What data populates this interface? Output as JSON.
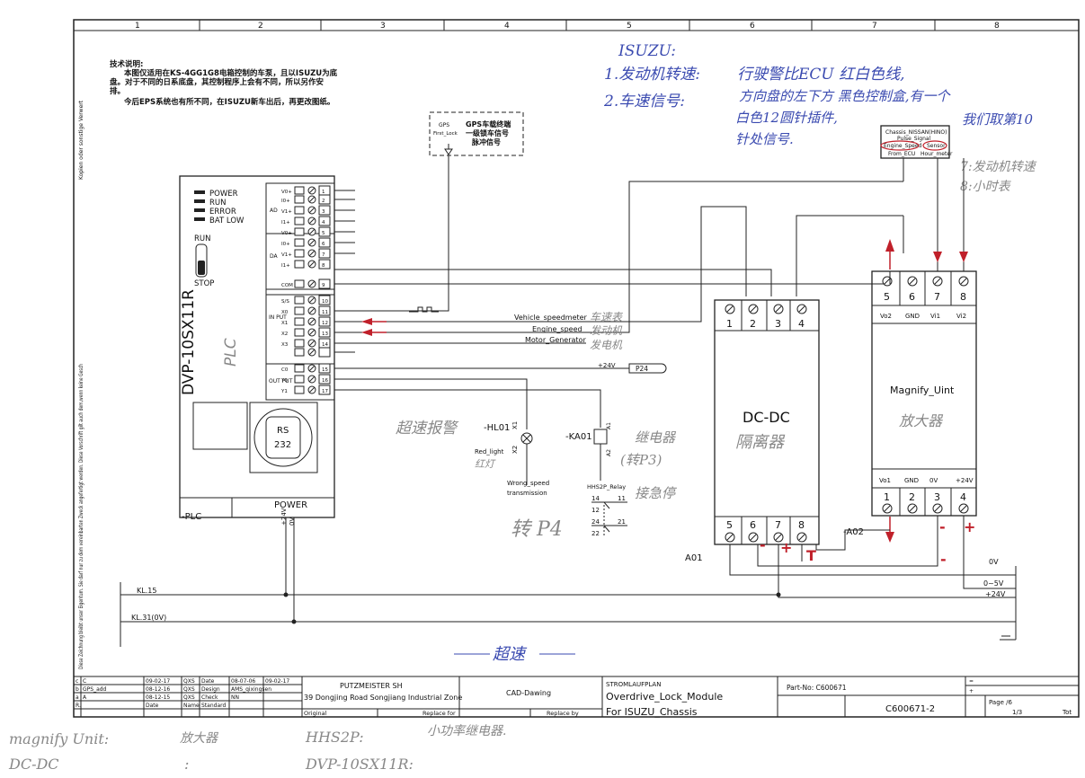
{
  "grid": {
    "cols": [
      "1",
      "2",
      "3",
      "4",
      "5",
      "6",
      "7",
      "8"
    ]
  },
  "notes": {
    "title": "技术说明:",
    "line1": "本图仅适用在KS-4GG1G8电箱控制的车泵，且以ISUZU为底",
    "line2": "盘。对于不同的日系底盘，其控制程序上会有不同，所以另作安",
    "line3": "排。",
    "line4": "今后EPS系统也有所不同，在ISUZU新车出后，再更改图纸。"
  },
  "side_note_top": "Kopien oder sonstige Verwert",
  "side_note_bottom": "Diese Zeichnung bleibt unser Eigentum. Sie darf nur zu dem vereinbarten Zweck angefertigt werden. Diese Vorschrift gilt auch dem,wenn keine Gesch",
  "handwritten": {
    "isuzu": "ISUZU:",
    "item1": "1.发动机转速:",
    "item1_desc": "行驶警比ECU 红白色线,",
    "item2": "2.车速信号:",
    "item2_desc": "方向盘的左下方 黑色控制盒,有一个",
    "item2_desc2": "白色12圆针插件,",
    "item2_desc3": "我们取第10",
    "item2_desc4": "针处信号.",
    "note7": "7:发动机转速",
    "note8": "8:小时表",
    "speedmeter_cn": "车速表",
    "engine_cn": "发动机",
    "generator_cn": "发电机",
    "plc_cn": "PLC",
    "alarm_cn": "超速报警",
    "lamp_cn": "红灯",
    "relay_cn": "继电器",
    "relay_p3": "(转P3)",
    "relay_emerg": "接急停",
    "to_p4": "转 P4",
    "dcdc_cn": "隔离器",
    "magnify_cn": "放大器",
    "overspeed": "超速",
    "bottom1a": "magnify Unit:",
    "bottom1b": "放大器",
    "bottom1c": "HHS2P:",
    "bottom1d": "小功率继电器.",
    "bottom2a": "DC-DC",
    "bottom2b": ":",
    "bottom2c": "DVP-10SX11R:"
  },
  "gps": {
    "label_a": "GPS",
    "label_b": "First_Lock",
    "title1": "GPS车载终端",
    "title2": "一级锁车信号",
    "title3": "脉冲信号"
  },
  "chassis": {
    "line1": "Chassis_NISSAN(HINO)",
    "line2": "Pulse_Signal",
    "engine": "Engine_Speed",
    "sensor": "Sensor",
    "from": "From_ECU",
    "hour": "Hour_meter"
  },
  "plc": {
    "leds": [
      "POWER",
      "RUN",
      "ERROR",
      "BAT LOW"
    ],
    "run": "RUN",
    "stop": "STOP",
    "model": "DVP-10SX11R",
    "rs": "RS",
    "rs_num": "232",
    "power": "POWER",
    "label": "-PLC",
    "v24p": "+24V",
    "v0": "0V",
    "ad": "AD",
    "da": "DA",
    "input": "IN PUT",
    "output": "OUT PUT",
    "pins_ad": [
      "V0+",
      "I0+",
      "V1+",
      "I1+"
    ],
    "pins_da": [
      "V0+",
      "I0+",
      "V1+",
      "I1+",
      "COM"
    ],
    "pins_io": [
      "S/S",
      "X0",
      "X1",
      "X2",
      "X3",
      "",
      "C0",
      "Y0",
      "Y1"
    ],
    "terms": [
      "1",
      "2",
      "3",
      "4",
      "5",
      "6",
      "7",
      "8",
      "9",
      "10",
      "11",
      "12",
      "13",
      "14",
      "",
      "15",
      "16",
      "17"
    ]
  },
  "signals": {
    "vehicle": "Vehicle_speedmeter",
    "engine": "Engine_speed",
    "motor": "Motor_Generator",
    "p24v": "+24V",
    "p24": "P24"
  },
  "hl01": {
    "tag": "-HL01",
    "x1": "X1",
    "x2": "X2",
    "red": "Red_light",
    "wrong": "Wrong_speed",
    "trans": "transmission"
  },
  "ka01": {
    "tag": "-KA01",
    "a1": "A1",
    "a2": "A2",
    "relay": "HHS2P_Relay",
    "pins": [
      "14",
      "11",
      "12",
      "24",
      "21",
      "22"
    ]
  },
  "dcdc": {
    "top": [
      "1",
      "2",
      "3",
      "4"
    ],
    "bottom": [
      "5",
      "6",
      "7",
      "8"
    ],
    "title": "DC-DC",
    "tag": "A01"
  },
  "magnify": {
    "top": [
      "5",
      "6",
      "7",
      "8"
    ],
    "top_labels": [
      "Vo2",
      "GND",
      "Vi1",
      "Vi2"
    ],
    "title": "Magnify_Uint",
    "bottom_labels": [
      "Vo1",
      "GND",
      "0V",
      "+24V"
    ],
    "bottom": [
      "1",
      "2",
      "3",
      "4"
    ],
    "tag": "-A02"
  },
  "rails": {
    "kl15": "KL.15",
    "kl31": "KL.31(0V)",
    "ov": "0V",
    "v05": "0~5V",
    "v24": "+24V"
  },
  "title_block": {
    "rev_rows": [
      [
        "c",
        "C",
        "09-02-17",
        "QXS",
        "Date",
        "08-07-06",
        "09-02-17"
      ],
      [
        "b",
        "GPS_add",
        "08-12-16",
        "QXS",
        "Design",
        "AMS_qixingsen",
        ""
      ],
      [
        "a",
        "A",
        "08-12-15",
        "QXS",
        "Check",
        "NN",
        ""
      ],
      [
        "R.",
        "",
        "Date",
        "Name",
        "Standard",
        "",
        ""
      ]
    ],
    "company": "PUTZMEISTER SH",
    "address": "39 Dongjing Road Songjiang Industrial Zone",
    "original": "Original",
    "replace_for": "Replace for",
    "replace_by": "Replace by",
    "cad": "CAD-Dawing",
    "plan": "STROMLAUFPLAN",
    "module": "Overdrive_Lock_Module",
    "chassis": "For ISUZU_Chassis",
    "partno": "Part-No: C600671",
    "drawing": "C600671-2",
    "eq": "=",
    "plus": "+",
    "page": "Page  /6",
    "page2": "1/3",
    "tot": "Tot"
  }
}
